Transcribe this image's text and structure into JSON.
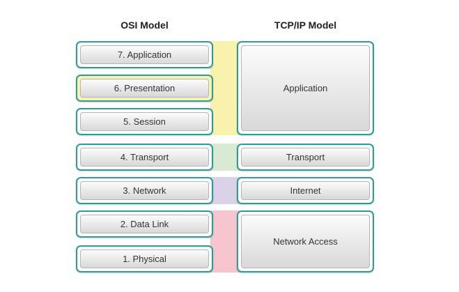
{
  "headers": {
    "osi": "OSI Model",
    "tcpip": "TCP/IP Model"
  },
  "osi": {
    "layers": [
      {
        "label": "7. Application"
      },
      {
        "label": "6. Presentation"
      },
      {
        "label": "5. Session"
      },
      {
        "label": "4. Transport"
      },
      {
        "label": "3. Network"
      },
      {
        "label": "2. Data Link"
      },
      {
        "label": "1. Physical"
      }
    ]
  },
  "tcpip": {
    "layers": [
      {
        "label": "Application"
      },
      {
        "label": "Transport"
      },
      {
        "label": "Internet"
      },
      {
        "label": "Network Access"
      }
    ]
  },
  "colors": {
    "border_teal": "#2a9d96",
    "connector_application": "#f9f2ad",
    "connector_transport": "#d9ead3",
    "connector_internet": "#d9d2e9",
    "connector_network_access": "#f6c5cd",
    "presentation_halo": "#f9f2ad"
  }
}
